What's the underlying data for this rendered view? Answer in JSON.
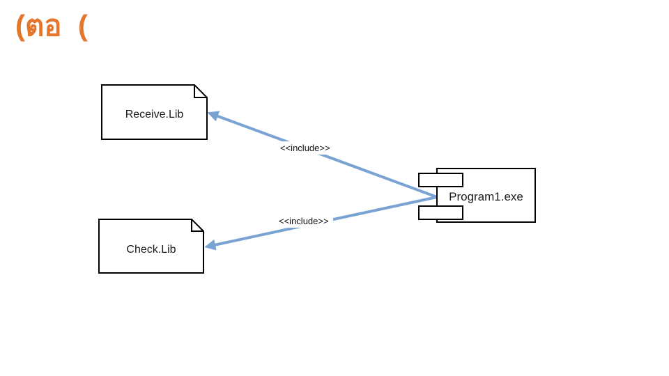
{
  "slide": {
    "title": "(ตอ  (",
    "title_color": "#E2772D",
    "background_color": "#FFFFFF"
  },
  "diagram": {
    "type": "uml-component-diagram",
    "arrow_color": "#79A3D3",
    "shape_border_color": "#000000",
    "shape_fill_color": "#FFFFFF",
    "nodes": [
      {
        "id": "receive-lib",
        "shape": "document",
        "label": "Receive.Lib"
      },
      {
        "id": "check-lib",
        "shape": "document",
        "label": "Check.Lib"
      },
      {
        "id": "program1",
        "shape": "component",
        "label": "Program1.exe"
      }
    ],
    "edges": [
      {
        "from": "program1",
        "to": "receive-lib",
        "label": "<<include>>"
      },
      {
        "from": "program1",
        "to": "check-lib",
        "label": "<<include>>"
      }
    ]
  }
}
